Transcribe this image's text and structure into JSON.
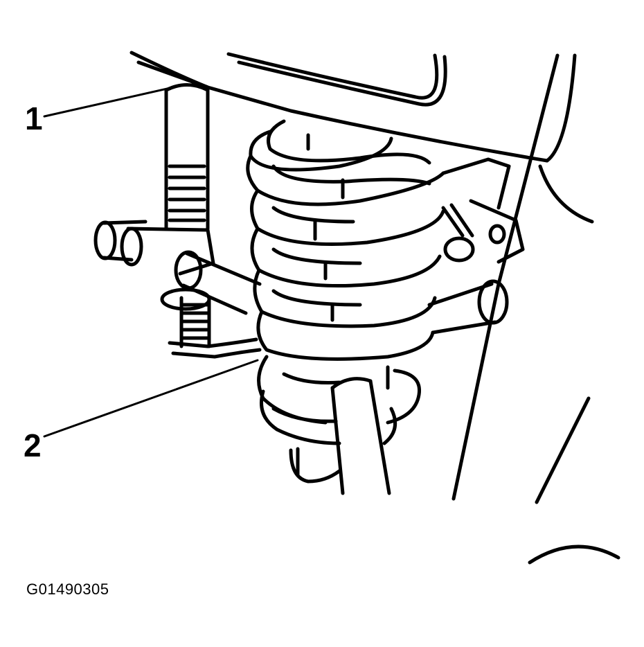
{
  "figure": {
    "callouts": [
      {
        "label": "1"
      },
      {
        "label": "2"
      }
    ],
    "figure_id": "G01490305",
    "stroke_color": "#000000",
    "background_color": "#ffffff"
  }
}
